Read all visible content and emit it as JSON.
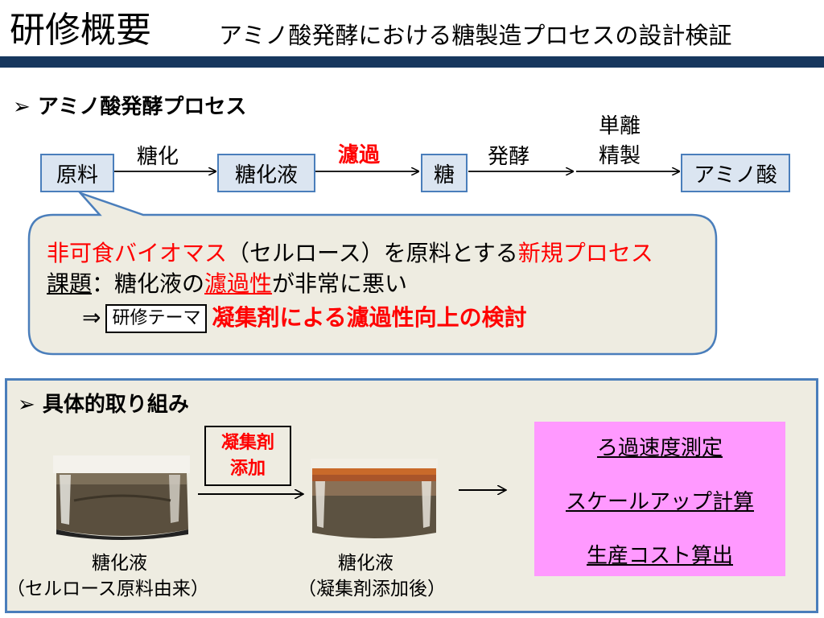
{
  "header": {
    "title": "研修概要",
    "subtitle": "アミノ酸発酵における糖製造プロセスの設計検証"
  },
  "section1": {
    "bullet": "➢",
    "heading": "アミノ酸発酵プロセス"
  },
  "flow": {
    "nodes": [
      "原料",
      "糖化液",
      "糖",
      "アミノ酸"
    ],
    "steps": [
      "糖化",
      "濾過",
      "発酵",
      "単離",
      "精製"
    ]
  },
  "callout": {
    "line1_red1": "非可食バイオマス",
    "line1_black": "（セルロース）を原料とする",
    "line1_red2": "新規プロセス",
    "line2_label": "課題",
    "line2_colon": "：糖化液の",
    "line2_red": "濾過性",
    "line2_tail": "が非常に悪い",
    "line3_arrow": "⇒",
    "line3_box": "研修テーマ",
    "line3_red": "凝集剤による濾過性向上の検討"
  },
  "section2": {
    "bullet": "➢",
    "heading": "具体的取り組み"
  },
  "additive": {
    "line1": "凝集剤",
    "line2": "添加"
  },
  "captions": {
    "left_line1": "糖化液",
    "left_line2": "（セルロース原料由来）",
    "right_line1": "糖化液",
    "right_line2": "（凝集剤添加後）"
  },
  "pink": {
    "item1": "ろ過速度測定",
    "item2": "スケールアップ計算",
    "item3": "生産コスト算出"
  },
  "colors": {
    "accent": "#17375e",
    "box_border": "#4a7ebb",
    "box_fill": "#dbe5f1",
    "highlight": "#ff0000",
    "panel": "#eeece1",
    "pink": "#ff99ff"
  }
}
